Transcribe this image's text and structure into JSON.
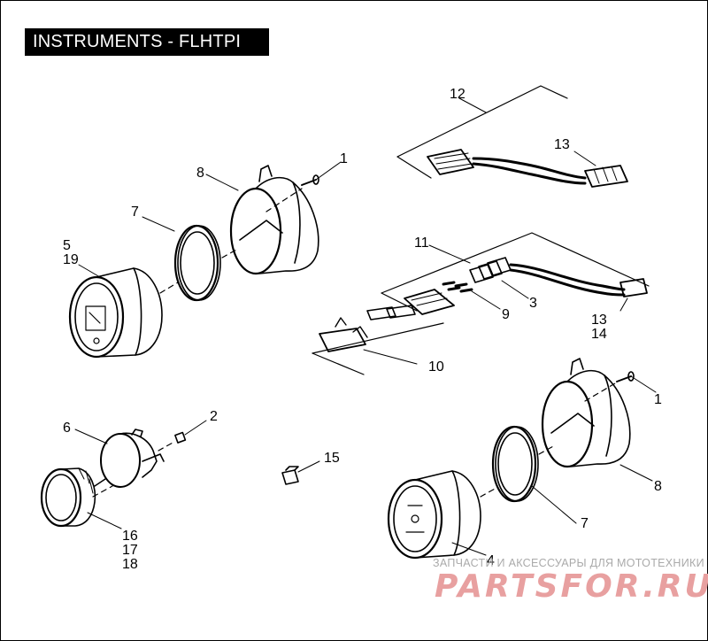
{
  "title": "INSTRUMENTS - FLHTPI",
  "callouts": {
    "c1a": "1",
    "c1b": "1",
    "c2": "2",
    "c3": "3",
    "c4": "4",
    "c5": "5",
    "c6": "6",
    "c7a": "7",
    "c7b": "7",
    "c8a": "8",
    "c8b": "8",
    "c9": "9",
    "c10": "10",
    "c11": "11",
    "c12": "12",
    "c13a": "13",
    "c13b": "13",
    "c14": "14",
    "c15": "15",
    "c16": "16",
    "c17": "17",
    "c18": "18",
    "c19": "19"
  },
  "watermark": {
    "subtitle": "ЗАПЧАСТИ И АКСЕССУАРЫ ДЛЯ МОТОТЕХНИКИ",
    "logo": "PARTSFOR.RU"
  },
  "colors": {
    "ink": "#000000",
    "watermark_logo": "#e8a0a0",
    "watermark_text": "#aaaaaa"
  }
}
